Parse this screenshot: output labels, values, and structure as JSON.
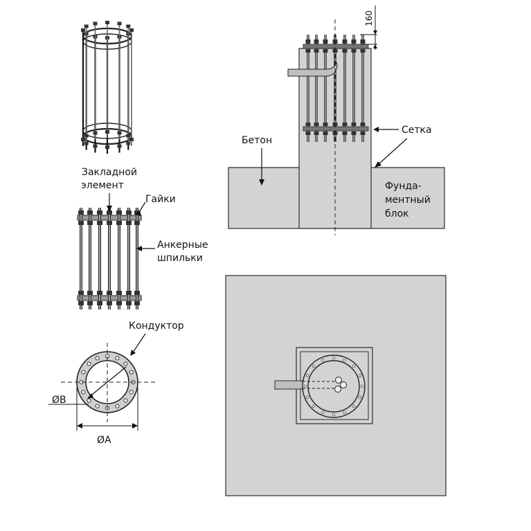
{
  "labels": {
    "embedded_element_line1": "Закладной",
    "embedded_element_line2": "элемент",
    "nuts": "Гайки",
    "anchor_studs_line1": "Анкерные",
    "anchor_studs_line2": "шпильки",
    "conductor": "Кондуктор",
    "diameter_b": "ØB",
    "diameter_a": "ØA",
    "concrete": "Бетон",
    "mesh": "Сетка",
    "foundation_line1": "Фунда-",
    "foundation_line2": "ментный",
    "foundation_line3": "блок",
    "dimension_160": "160"
  },
  "colors": {
    "concrete_fill": "#d3d3d3",
    "line": "#2b2b2b",
    "background": "#ffffff"
  }
}
